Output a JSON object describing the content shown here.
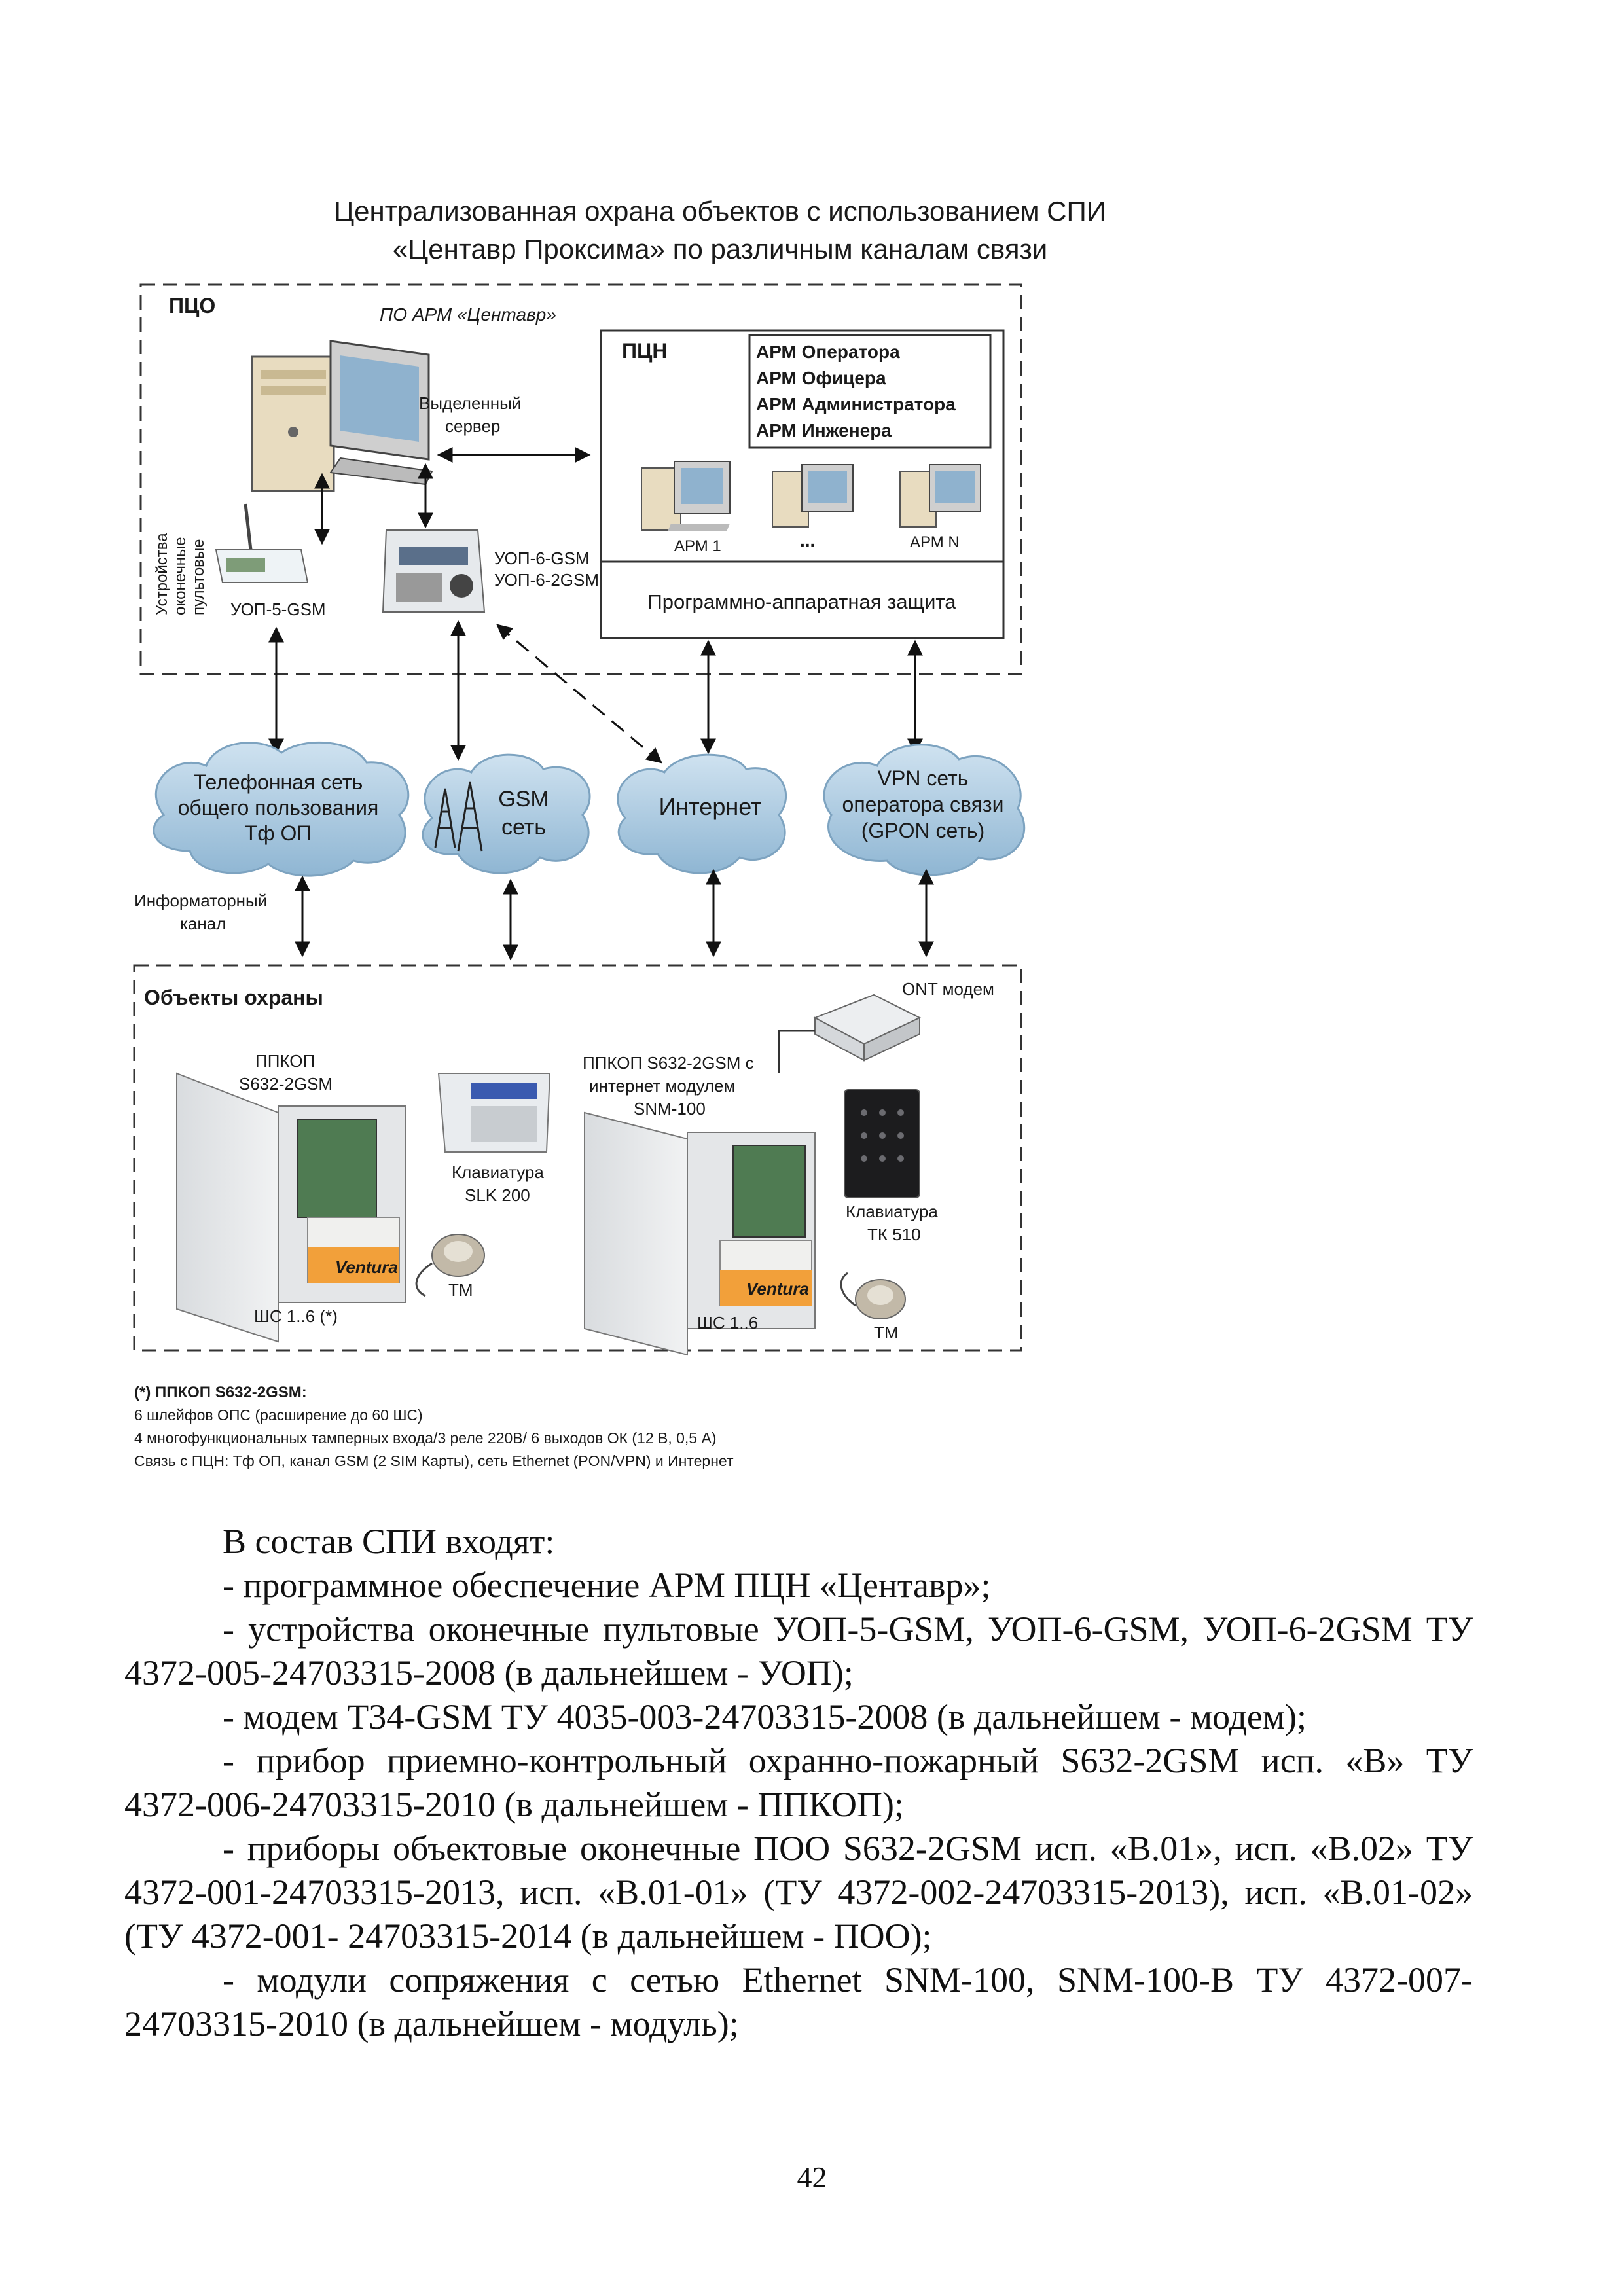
{
  "figure": {
    "title_line1": "Централизованная охрана объектов с использованием СПИ",
    "title_line2": "«Центавр Проксима» по различным каналам связи",
    "pco_label": "ПЦО",
    "software_label": "ПО АРМ «Центавр»",
    "server_label_1": "Выделенный",
    "server_label_2": "сервер",
    "pcn_label": "ПЦН",
    "arm_roles": [
      "АРМ Оператора",
      "АРМ Офицера",
      "АРМ Администратора",
      "АРМ Инженера"
    ],
    "arm1_label": "АРМ 1",
    "arm_dots": "...",
    "armn_label": "АРМ N",
    "protection_label": "Программно-аппаратная защита",
    "uop_vertical_1": "Устройства",
    "uop_vertical_2": "оконечные",
    "uop_vertical_3": "пультовые",
    "uop5_label": "УОП-5-GSM",
    "uop6_label_1": "УОП-6-GSM",
    "uop6_label_2": "УОП-6-2GSM",
    "clouds": {
      "phone": [
        "Телефонная сеть",
        "общего пользования",
        "Тф ОП"
      ],
      "gsm": [
        "GSM",
        "сеть"
      ],
      "internet": [
        "Интернет"
      ],
      "vpn": [
        "VPN сеть",
        "оператора связи",
        "(GPON сеть)"
      ]
    },
    "info_channel_1": "Информаторный",
    "info_channel_2": "канал",
    "objects_label": "Объекты охраны",
    "ont_label": "ONT модем",
    "ppkop1_label_1": "ППКОП",
    "ppkop1_label_2": "S632-2GSM",
    "ppkop2_label_1": "ППКОП S632-2GSM с",
    "ppkop2_label_2": "интернет модулем",
    "ppkop2_label_3": "SNM-100",
    "keypad1_label_1": "Клавиатура",
    "keypad1_label_2": "SLK 200",
    "keypad2_label_1": "Клавиатура",
    "keypad2_label_2": "ТК 510",
    "tm_label": "ТМ",
    "shs1_label": "ШС 1..6 (*)",
    "shs2_label": "ШС 1..6",
    "brand_label": "Ventura",
    "footnote": [
      "(*) ППКОП S632-2GSM:",
      "6 шлейфов ОПС (расширение до 60 ШС)",
      "4 многофункциональных тамперных входа/3  реле 220В/ 6 выходов ОК (12 В, 0,5 А)",
      "Связь с ПЦН: Тф ОП, канал GSM (2 SIM Карты), сеть Ethernet (PON/VPN) и Интернет"
    ]
  },
  "body": {
    "intro": "В состав СПИ входят:",
    "item1": "- программное обеспечение АРМ ПЦН «Центавр»;",
    "item2": "- устройства оконечные пультовые УОП-5-GSM, УОП-6-GSM, УОП-6-2GSM ТУ 4372-005-24703315-2008 (в дальнейшем - УОП);",
    "item3": "- модем Т34-GSM ТУ 4035-003-24703315-2008 (в дальнейшем - модем);",
    "item4": "- прибор приемно-контрольный охранно-пожарный S632-2GSM исп. «В» ТУ 4372-006-24703315-2010 (в дальнейшем - ППКОП);",
    "item5": "- приборы объектовые оконечные ПОО S632-2GSM исп. «В.01», исп. «В.02» ТУ 4372-001-24703315-2013, исп. «В.01-01» (ТУ 4372-002-24703315-2013), исп. «В.01-02» (ТУ 4372-001- 24703315-2014 (в дальнейшем - ПОО);",
    "item6": "- модули сопряжения с сетью Ethernet SNM-100, SNM-100-В ТУ 4372-007-24703315-2010 (в дальнейшем - модуль);"
  },
  "page_number": "42"
}
